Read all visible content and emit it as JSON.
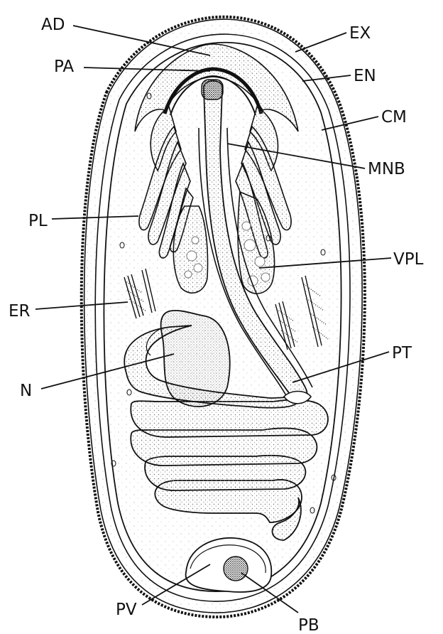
{
  "labels": {
    "ad": "AD",
    "pa": "PA",
    "pl": "PL",
    "er": "ER",
    "n": "N",
    "pv": "PV",
    "pb": "PB",
    "ex": "EX",
    "en": "EN",
    "cm": "CM",
    "mnb": "MNB",
    "vpl": "VPL",
    "pt": "PT"
  },
  "colors": {
    "ink": "#111111",
    "stipple": "#777777",
    "paper": "#ffffff"
  },
  "polar_tube_coils": 5
}
